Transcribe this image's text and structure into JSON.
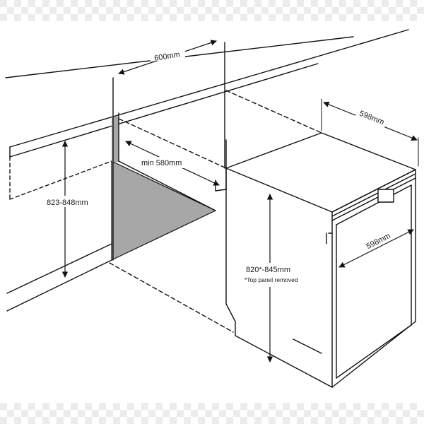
{
  "diagram": {
    "labels": {
      "counter_width": "600mm",
      "niche_depth": "min 580mm",
      "counter_height": "823-848mm",
      "unit_depth": "598mm",
      "unit_width": "598mm",
      "unit_height": "820*-845mm",
      "footnote": "*Top panel removed"
    },
    "colors": {
      "line": "#111111",
      "floor": "#a7a7a7",
      "checker": "#ececec"
    }
  }
}
